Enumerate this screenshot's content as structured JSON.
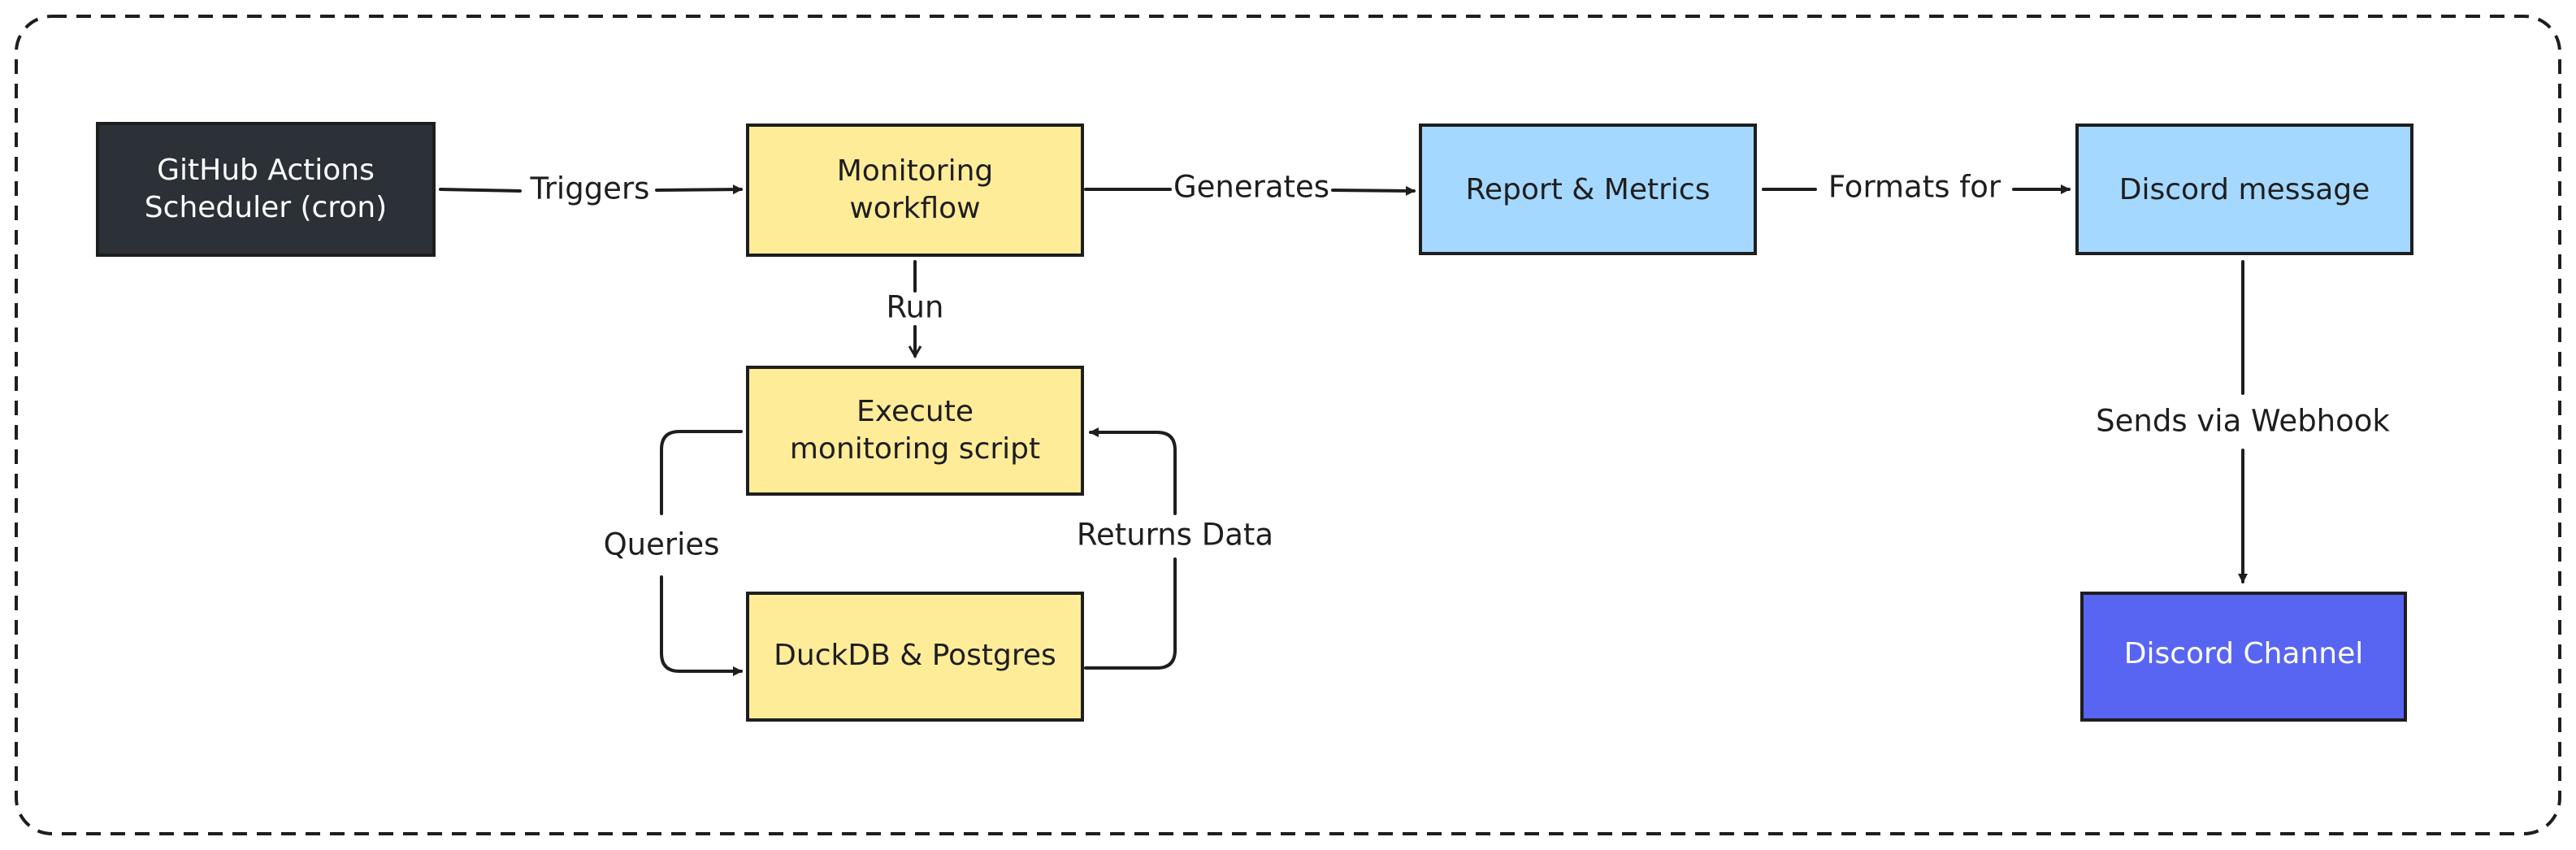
{
  "colors": {
    "dark_node": "#2b3137",
    "yellow_node": "#ffec99",
    "blue_node": "#a5d8ff",
    "discord_node": "#5865f2",
    "stroke": "#1e1e1e"
  },
  "nodes": {
    "scheduler": {
      "line1": "GitHub Actions",
      "line2": "Scheduler (cron)"
    },
    "workflow": {
      "line1": "Monitoring",
      "line2": "workflow"
    },
    "script": {
      "line1": "Execute",
      "line2": "monitoring script"
    },
    "database": {
      "label": "DuckDB & Postgres"
    },
    "report": {
      "label": "Report & Metrics"
    },
    "discord_message": {
      "label": "Discord message"
    },
    "discord_channel": {
      "label": "Discord Channel"
    }
  },
  "edges": {
    "triggers": "Triggers",
    "generates": "Generates",
    "formats_for": "Formats for",
    "run": "Run",
    "queries": "Queries",
    "returns_data": "Returns Data",
    "sends_via_webhook": "Sends via Webhook"
  }
}
